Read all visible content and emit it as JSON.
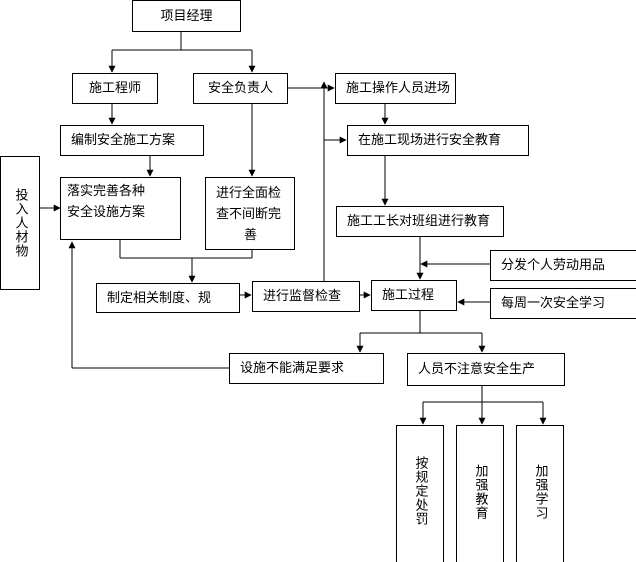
{
  "nodes": {
    "project_manager": "项目经理",
    "construction_engineer": "施工程师",
    "safety_officer": "安全负责人",
    "workers_enter": "施工操作人员进场",
    "compile_plan": "编制安全施工方案",
    "site_education": "在施工现场进行安全教育",
    "implement_measures_line1": "落实完善各种",
    "implement_measures_line2": "安全设施方案",
    "full_inspection_line1": "进行全面检",
    "full_inspection_line2": "查不间断完",
    "full_inspection_line3": "善",
    "foreman_education": "施工工长对班组进行教育",
    "invest_resources": "投入人材物",
    "distribute_ppe": "分发个人劳动用品",
    "rules": "制定相关制度、规",
    "supervision": "进行监督检查",
    "construction_process": "施工过程",
    "weekly_study": "每周一次安全学习",
    "facility_insufficient": "设施不能满足要求",
    "unsafe_personnel": "人员不注意安全生产",
    "penalty": "按规定处罚",
    "strengthen_education": "加强教育",
    "strengthen_study": "加强学习"
  }
}
